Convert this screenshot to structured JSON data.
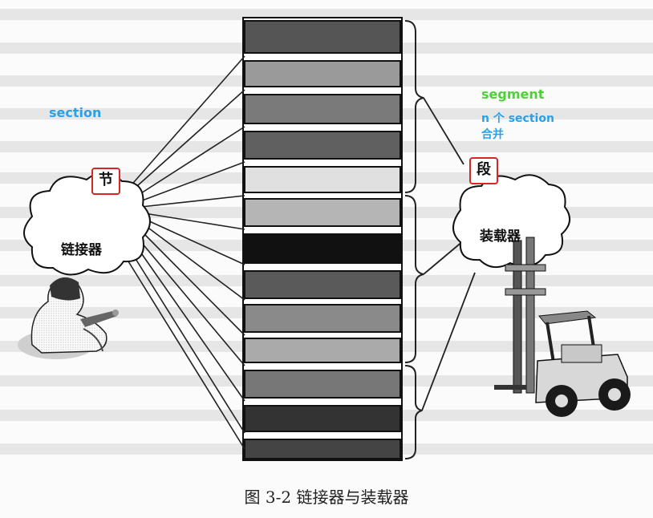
{
  "labels": {
    "section": "section",
    "segment": "segment",
    "segment_desc_line1": "n 个 section",
    "segment_desc_line2": "合并",
    "section_cn": "节",
    "segment_cn": "段",
    "linker": "链接器",
    "loader": "装载器"
  },
  "caption": "图 3-2    链接器与装载器",
  "colors": {
    "section_label": "#2aa0e6",
    "segment_label": "#4cd137",
    "highlight_box": "#d62626"
  },
  "icons": [
    "welder-figure",
    "forklift-figure",
    "cloud-shape"
  ]
}
